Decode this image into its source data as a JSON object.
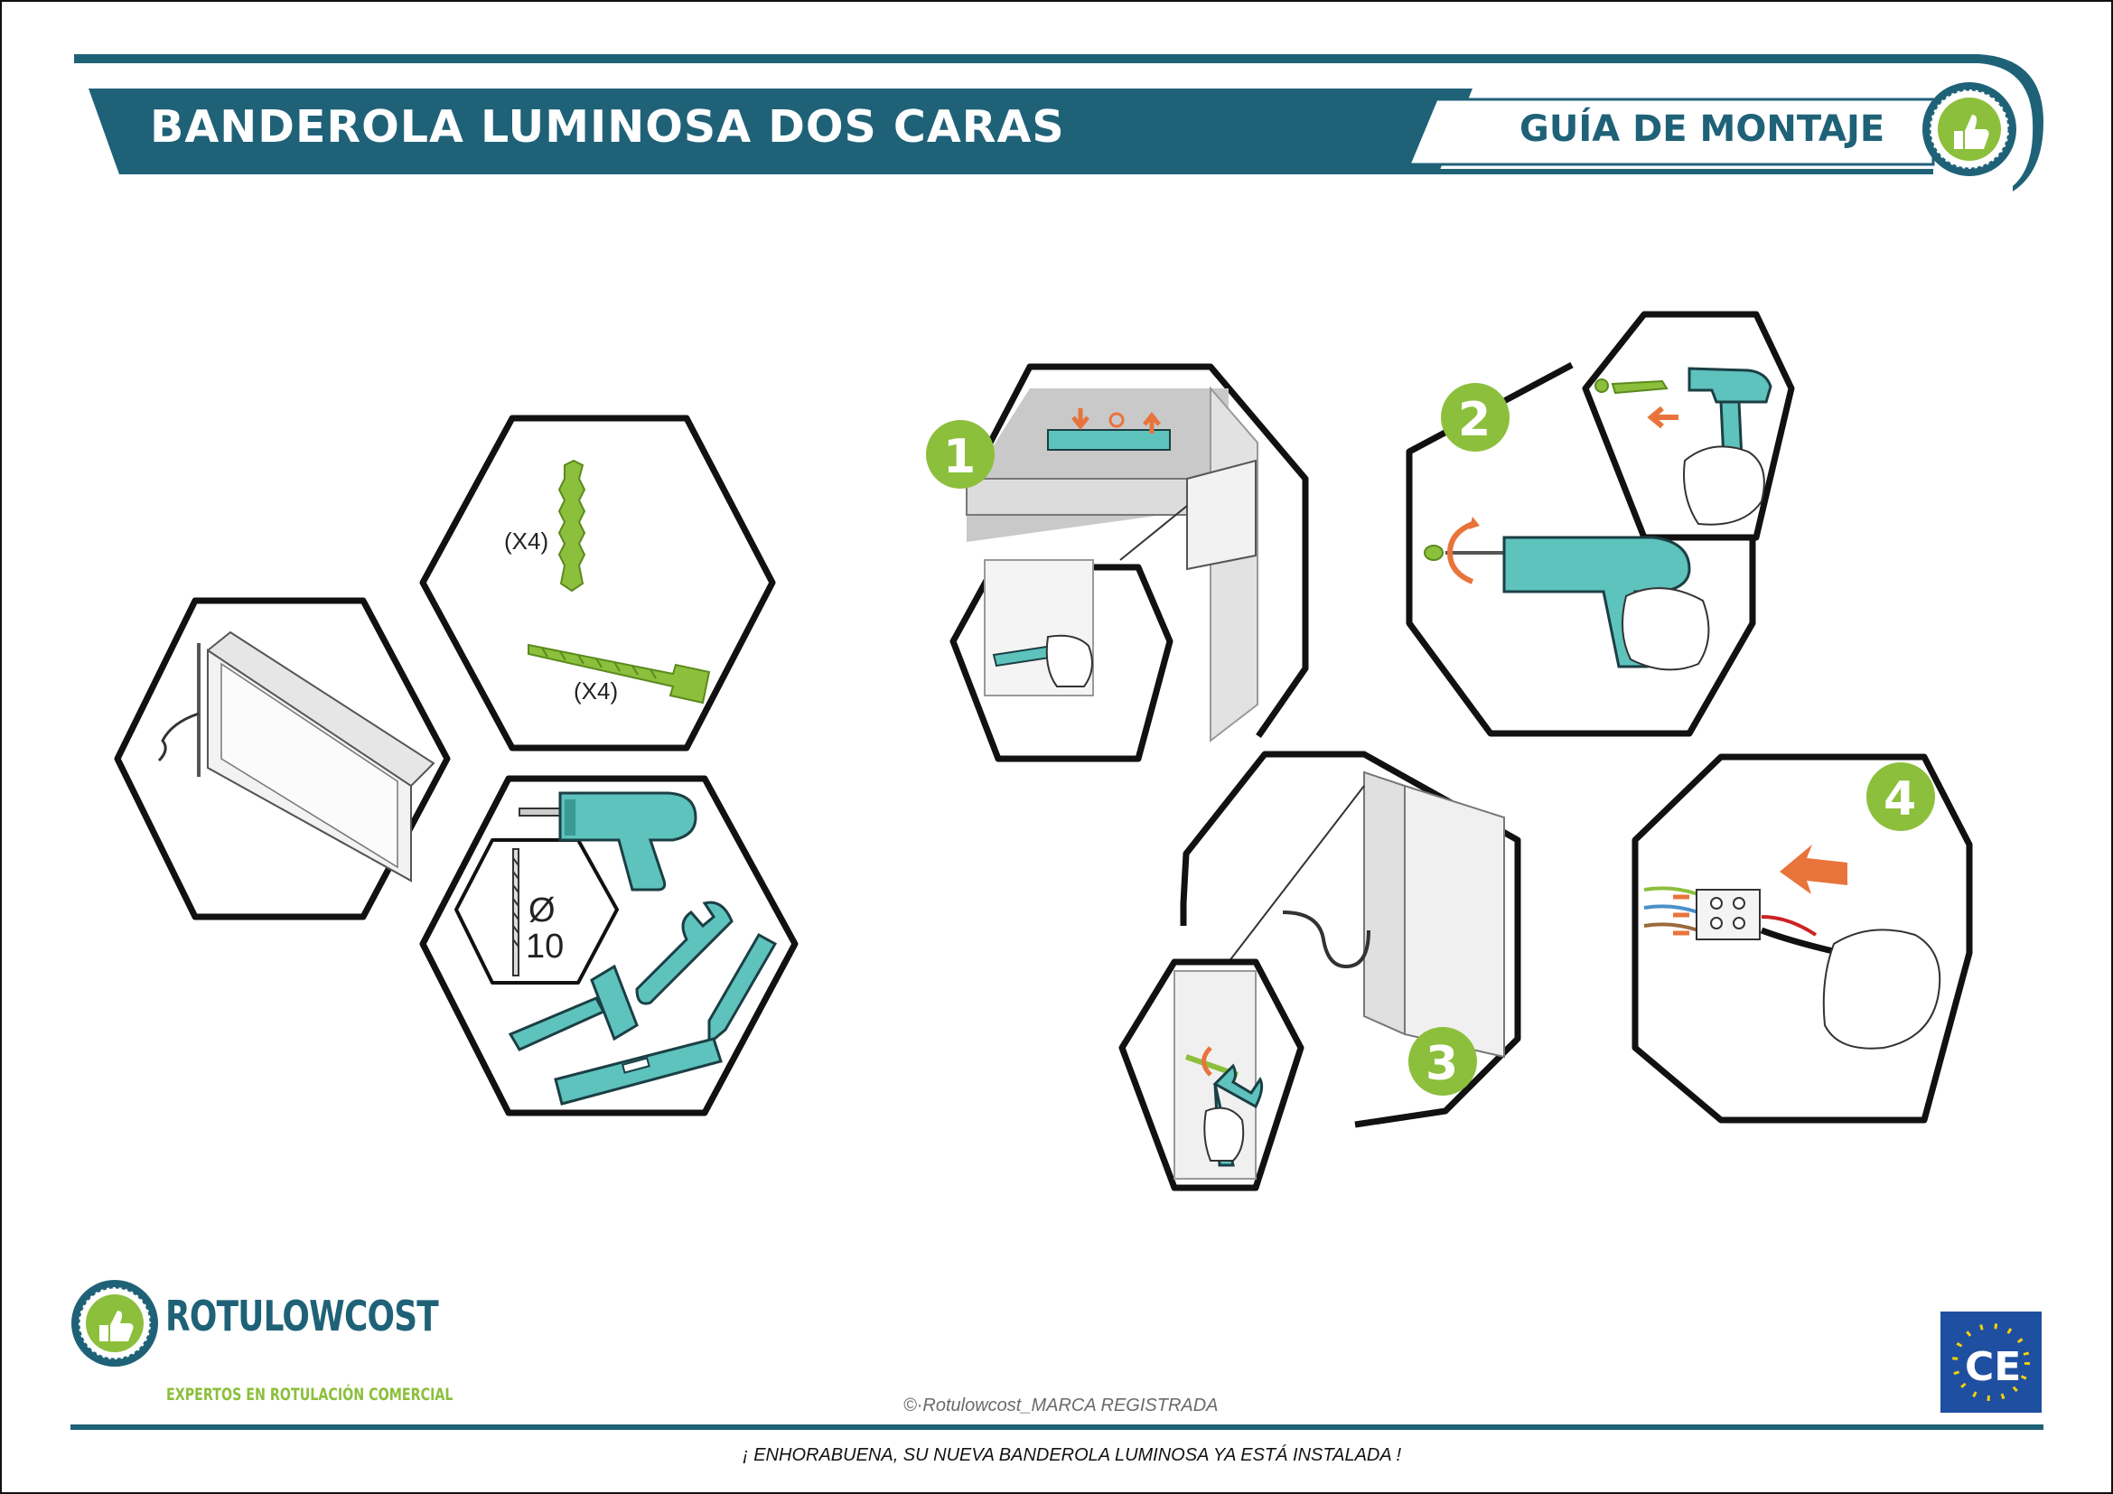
{
  "header": {
    "title": "BANDEROLA LUMINOSA DOS CARAS",
    "guide_label": "GUÍA DE MONTAJE",
    "badge_icon": "thumbs-up-icon"
  },
  "contents": {
    "anchor_qty": "(X4)",
    "screw_qty": "(X4)",
    "drill_bit_diameter": "10",
    "tools": [
      "drill-icon",
      "wrench-icon",
      "pencil-icon",
      "hammer-icon",
      "level-icon"
    ]
  },
  "steps": [
    {
      "number": "1",
      "icon": "mark-wall-icon"
    },
    {
      "number": "2",
      "icon": "drill-wall-icon"
    },
    {
      "number": "3",
      "icon": "fix-sign-icon"
    },
    {
      "number": "4",
      "icon": "connect-wires-icon"
    }
  ],
  "footer": {
    "brand": "ROTULOWCOST",
    "tagline": "EXPERTOS EN ROTULACIÓN COMERCIAL",
    "copyright": "©·Rotulowcost_MARCA REGISTRADA",
    "message": "¡ ENHORABUENA, SU NUEVA BANDEROLA LUMINOSA YA ESTÁ INSTALADA !",
    "certification": "CE"
  },
  "colors": {
    "teal_dark": "#1f6278",
    "teal_tool": "#5ec2bd",
    "green": "#8cbf3c",
    "orange": "#e8743b"
  }
}
